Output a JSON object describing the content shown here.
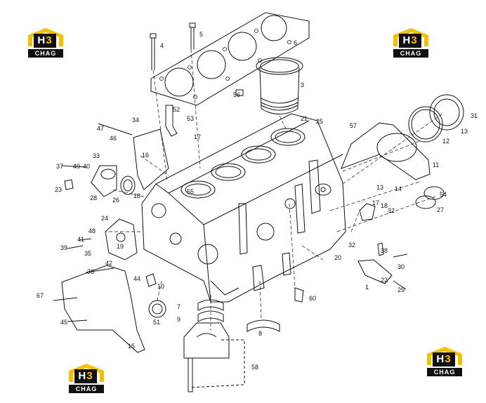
{
  "brand": {
    "logo_mark_h": "H",
    "logo_mark_3": "3",
    "logo_word": "CHAG",
    "accent_color": "#f5c000",
    "dark_color": "#111111"
  },
  "callouts": {
    "c1": "1",
    "c3": "3",
    "c4": "4",
    "c5": "5",
    "c6": "6",
    "c7": "7",
    "c8": "8",
    "c9": "9",
    "c10": "10",
    "c11": "11",
    "c12": "12",
    "c13": "13",
    "c13b": "13",
    "c14": "14",
    "c15": "15",
    "c16": "16",
    "c17": "17",
    "c17b": "17",
    "c18": "18",
    "c18b": "18",
    "c19": "19",
    "c20": "20",
    "c21": "21",
    "c22": "22",
    "c23": "23",
    "c24": "24",
    "c25": "25",
    "c26": "26",
    "c27": "27",
    "c28": "28",
    "c29": "29",
    "c30": "30",
    "c31": "31",
    "c32": "32",
    "c32b": "32",
    "c33": "33",
    "c34": "34",
    "c35": "35",
    "c36": "36",
    "c37": "37",
    "c38": "38",
    "c39": "39",
    "c40": "40",
    "c41": "41",
    "c42": "42",
    "c44": "44",
    "c45": "45",
    "c46": "46",
    "c47": "47",
    "c48": "48",
    "c49": "49",
    "c51": "51",
    "c52": "52",
    "c53": "53",
    "c54": "54",
    "c55": "55",
    "c56": "56",
    "c57": "57",
    "c58": "58",
    "c60": "60",
    "c67": "67"
  }
}
